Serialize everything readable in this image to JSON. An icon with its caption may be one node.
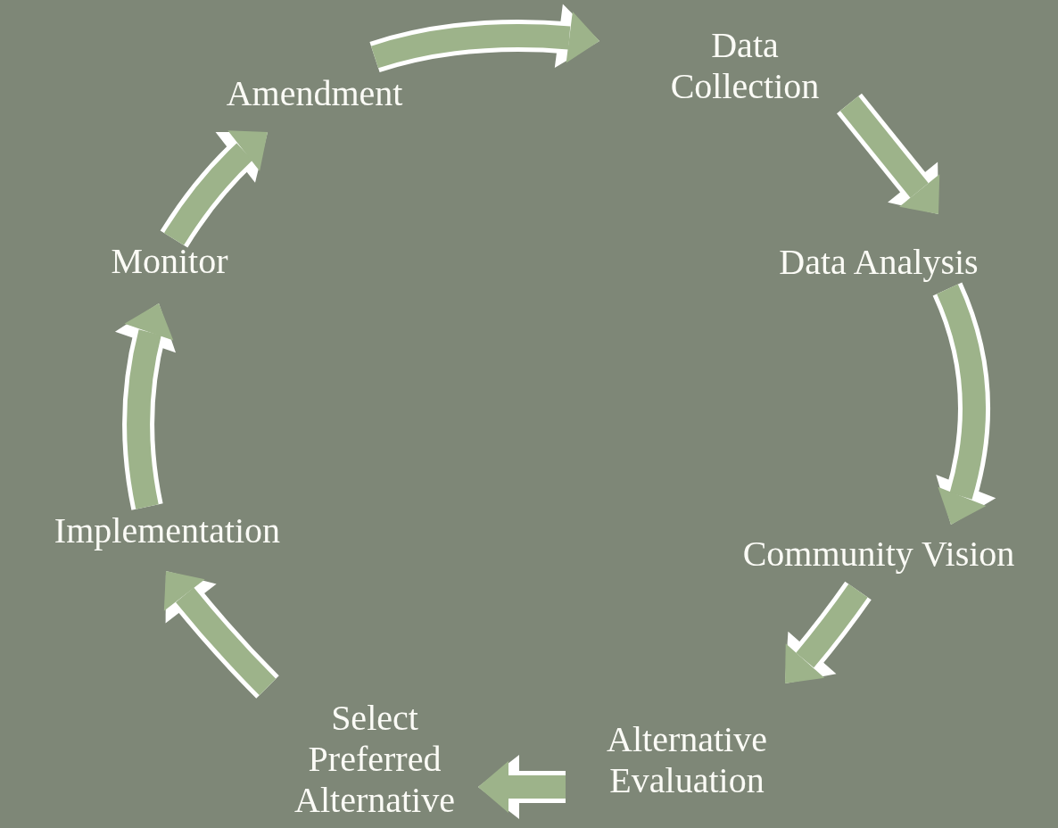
{
  "diagram": {
    "nodes": [
      {
        "text": [
          "Data Collection"
        ]
      },
      {
        "text": [
          "Data Analysis"
        ]
      },
      {
        "text": [
          "Community Vision"
        ]
      },
      {
        "text": [
          "Alternative Evaluation"
        ]
      },
      {
        "text": [
          "Select Preferred Alternative"
        ]
      },
      {
        "text": [
          "Implementation"
        ]
      },
      {
        "text": [
          "Monitor"
        ]
      },
      {
        "text": [
          "Amendment"
        ]
      }
    ],
    "edges": [
      {
        "from": 7,
        "to": 0,
        "arrow": "to"
      },
      {
        "from": 0,
        "to": 1,
        "arrow": "to"
      },
      {
        "from": 1,
        "to": 2,
        "arrow": "to"
      },
      {
        "from": 2,
        "to": 3,
        "arrow": "to"
      },
      {
        "from": 3,
        "to": 4,
        "arrow": "to"
      },
      {
        "from": 4,
        "to": 5,
        "arrow": "to"
      },
      {
        "from": 5,
        "to": 6,
        "arrow": "to"
      },
      {
        "from": 6,
        "to": 7,
        "arrow": "to"
      }
    ]
  }
}
